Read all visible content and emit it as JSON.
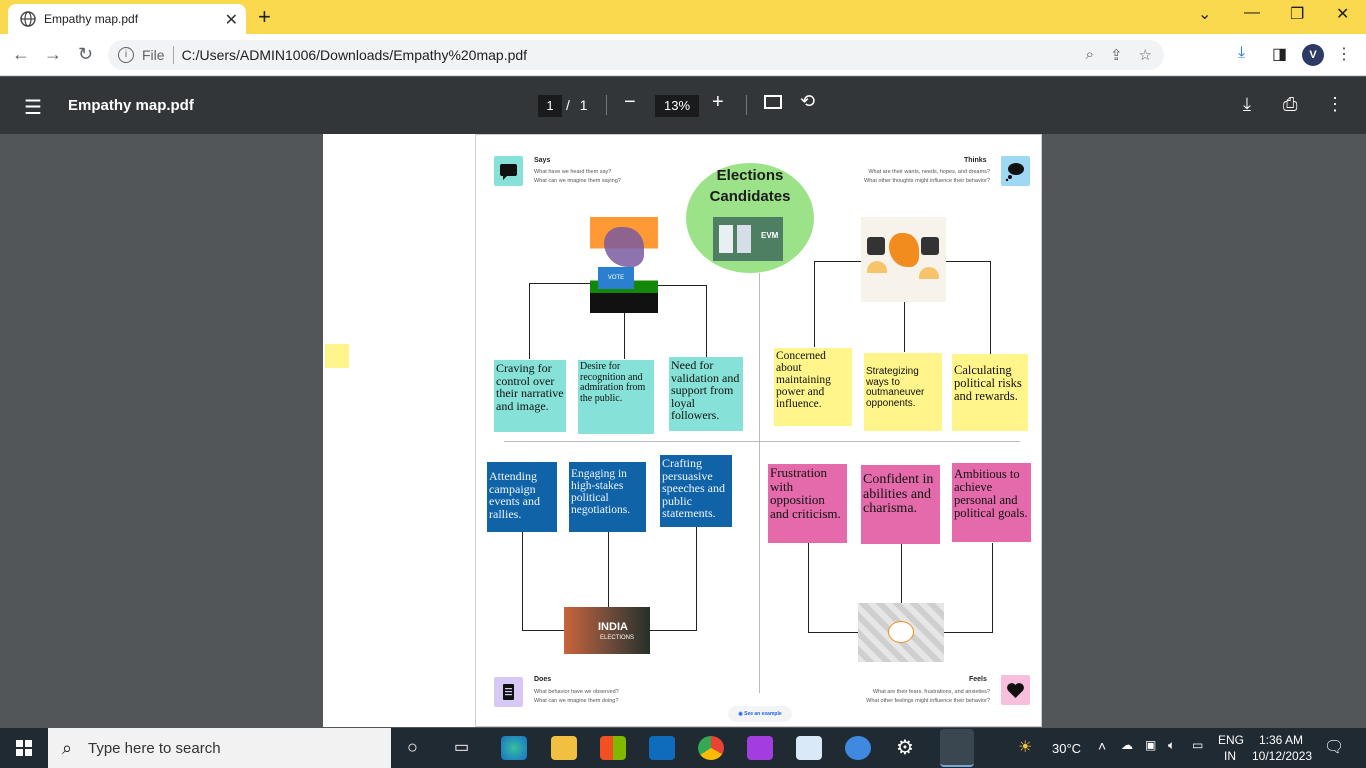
{
  "browser": {
    "tab_title": "Empathy map.pdf",
    "address_scheme": "File",
    "address_url": "C:/Users/ADMIN1006/Downloads/Empathy%20map.pdf",
    "profile_initial": "V"
  },
  "pdf_toolbar": {
    "file_name": "Empathy map.pdf",
    "page_current": "1",
    "page_separator": "/",
    "page_total": "1",
    "zoom": "13%"
  },
  "empathy_map": {
    "center_title_line1": "Elections",
    "center_title_line2": "Candidates",
    "says": {
      "heading": "Says",
      "prompt1": "What have we heard them say?",
      "prompt2": "What can we imagine them saying?",
      "notes": [
        "Craving for control over their narrative and image.",
        "Desire for recognition and admiration from the public.",
        "Need for validation and support from loyal followers."
      ]
    },
    "thinks": {
      "heading": "Thinks",
      "prompt1": "What are their wants, needs, hopes, and dreams?",
      "prompt2": "What other thoughts might influence their behavior?",
      "notes": [
        "Concerned about maintaining power and influence.",
        "Strategizing ways to outmaneuver opponents.",
        "Calculating political risks and rewards."
      ]
    },
    "does": {
      "heading": "Does",
      "prompt1": "What behavior have we observed?",
      "prompt2": "What can we imagine them doing?",
      "notes": [
        "Attending campaign events and rallies.",
        "Engaging  in high-stakes political negotiations.",
        "Crafting persuasive speeches and public statements."
      ]
    },
    "feels": {
      "heading": "Feels",
      "prompt1": "What are their fears, frustrations, and anxieties?",
      "prompt2": "What other feelings might influence their behavior?",
      "notes": [
        "Frustration with opposition and criticism.",
        "Confident in abilities and charisma.",
        "Ambitious to achieve personal and political goals."
      ]
    },
    "image_labels": {
      "vote_box": "VOTE",
      "evm": "EVM",
      "india_elections_1": "INDIA",
      "india_elections_2": "ELECTIONS"
    },
    "see_example": "See an example"
  },
  "taskbar": {
    "search_placeholder": "Type here to search",
    "weather": "30°C",
    "language1": "ENG",
    "language2": "IN",
    "time": "1:36 AM",
    "date": "10/12/2023"
  },
  "colors": {
    "title_bar": "#fbd94f",
    "teal_note": "#86e1d8",
    "yellow_note": "#fff58a",
    "blue_note": "#1163a8",
    "pink_note": "#e46aab",
    "center_circle": "#9ce288"
  }
}
